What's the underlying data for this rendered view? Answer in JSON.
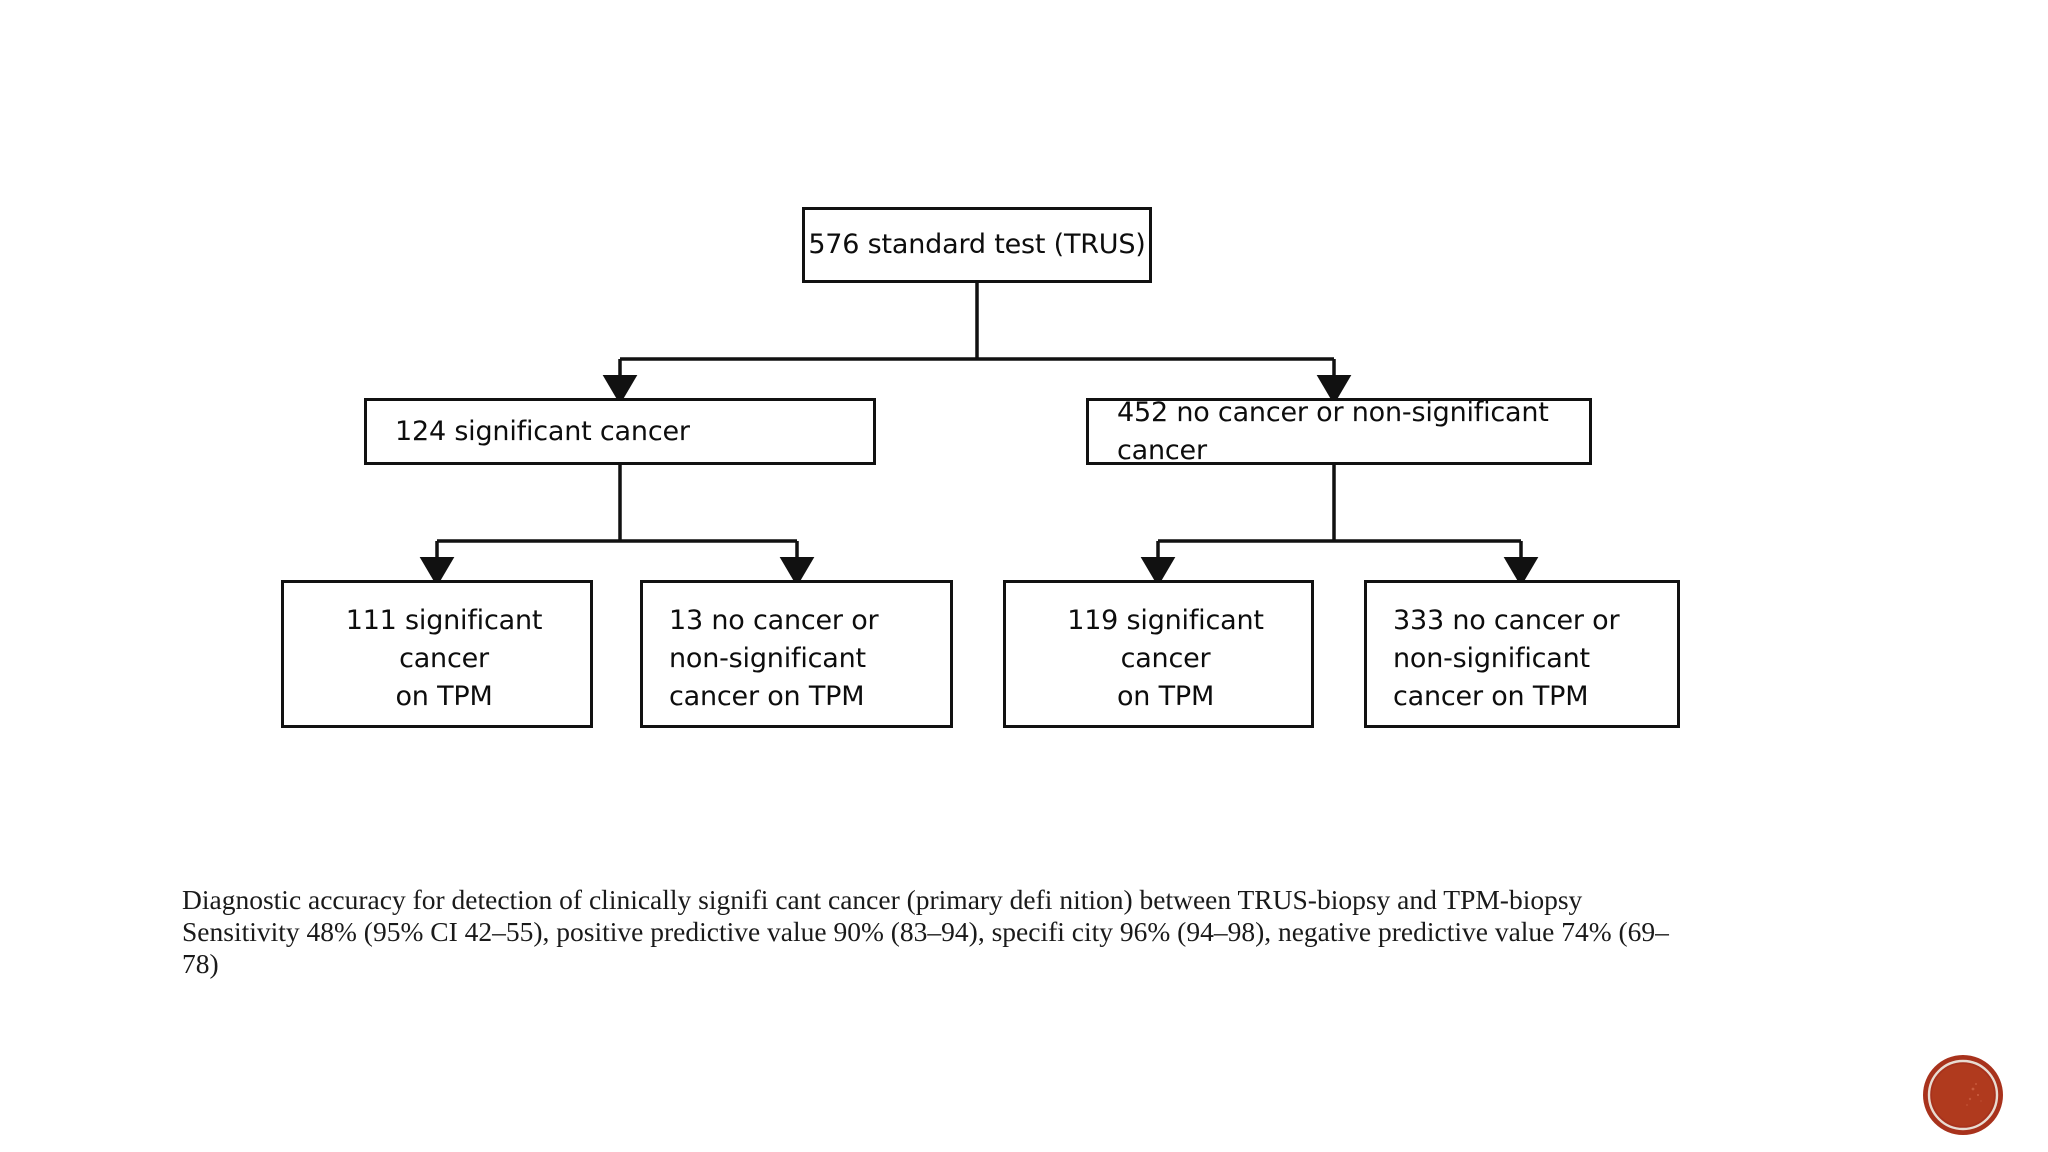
{
  "page": {
    "background_color": "#ffffff",
    "title": "Diagnostic accuracy flow diagram"
  },
  "diagram": {
    "type": "flow-diagram",
    "line_color": "#111111",
    "box_fill": "#ffffff",
    "nodes": {
      "root": {
        "label": "576 standard test (TRUS)",
        "count": 576,
        "align": "center"
      },
      "level2_left": {
        "label": "124 significant cancer",
        "count": 124,
        "align": "left"
      },
      "level2_right": {
        "label": "452 no cancer or non-significant cancer",
        "count": 452,
        "align": "left"
      },
      "level3_a": {
        "label": "111 significant cancer\non TPM",
        "count": 111,
        "align": "center"
      },
      "level3_b": {
        "label": "13 no cancer or\nnon-significant\ncancer on TPM",
        "count": 13,
        "align": "left"
      },
      "level3_c": {
        "label": "119 significant cancer\non TPM",
        "count": 119,
        "align": "center"
      },
      "level3_d": {
        "label": "333 no cancer or\nnon-significant\ncancer on TPM",
        "count": 333,
        "align": "left"
      }
    }
  },
  "caption": {
    "line1": "Diagnostic accuracy for detection of clinically signifi cant cancer (primary defi nition) between TRUS‑biopsy and TPM‑biopsy",
    "line2": "Sensitivity 48% (95% CI 42–55), positive predictive value 90% (83–94), specifi city 96% (94–98), negative predictive value 74% (69–",
    "line3": "78)"
  },
  "stats": {
    "sensitivity": "48% (95% CI 42–55)",
    "positive_predictive_value": "90% (83–94)",
    "specificity": "96% (94–98)",
    "negative_predictive_value": "74% (69–78)"
  },
  "seal": {
    "name": "circular-seal-logo",
    "color_outer": "#a8321c",
    "color_inner": "#b03a1e",
    "color_ring": "#e8dcd2"
  }
}
